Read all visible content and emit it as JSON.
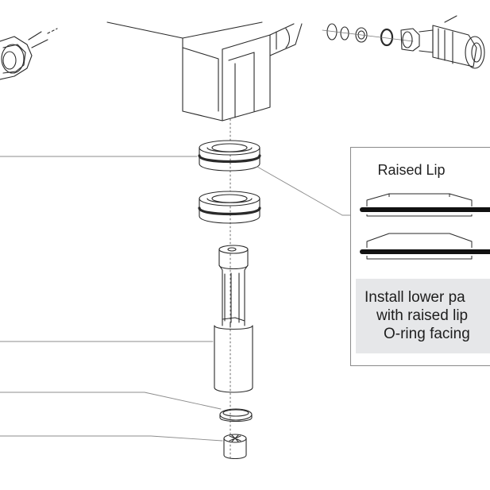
{
  "callout": {
    "title": "Raised Lip",
    "note_lines": [
      "Install lower pa",
      "with raised lip",
      "O-ring facing"
    ]
  },
  "colors": {
    "line": "#2a2a2a",
    "leader": "#8c8c8c",
    "note_bg": "#e6e7e9",
    "oring": "#111111"
  }
}
